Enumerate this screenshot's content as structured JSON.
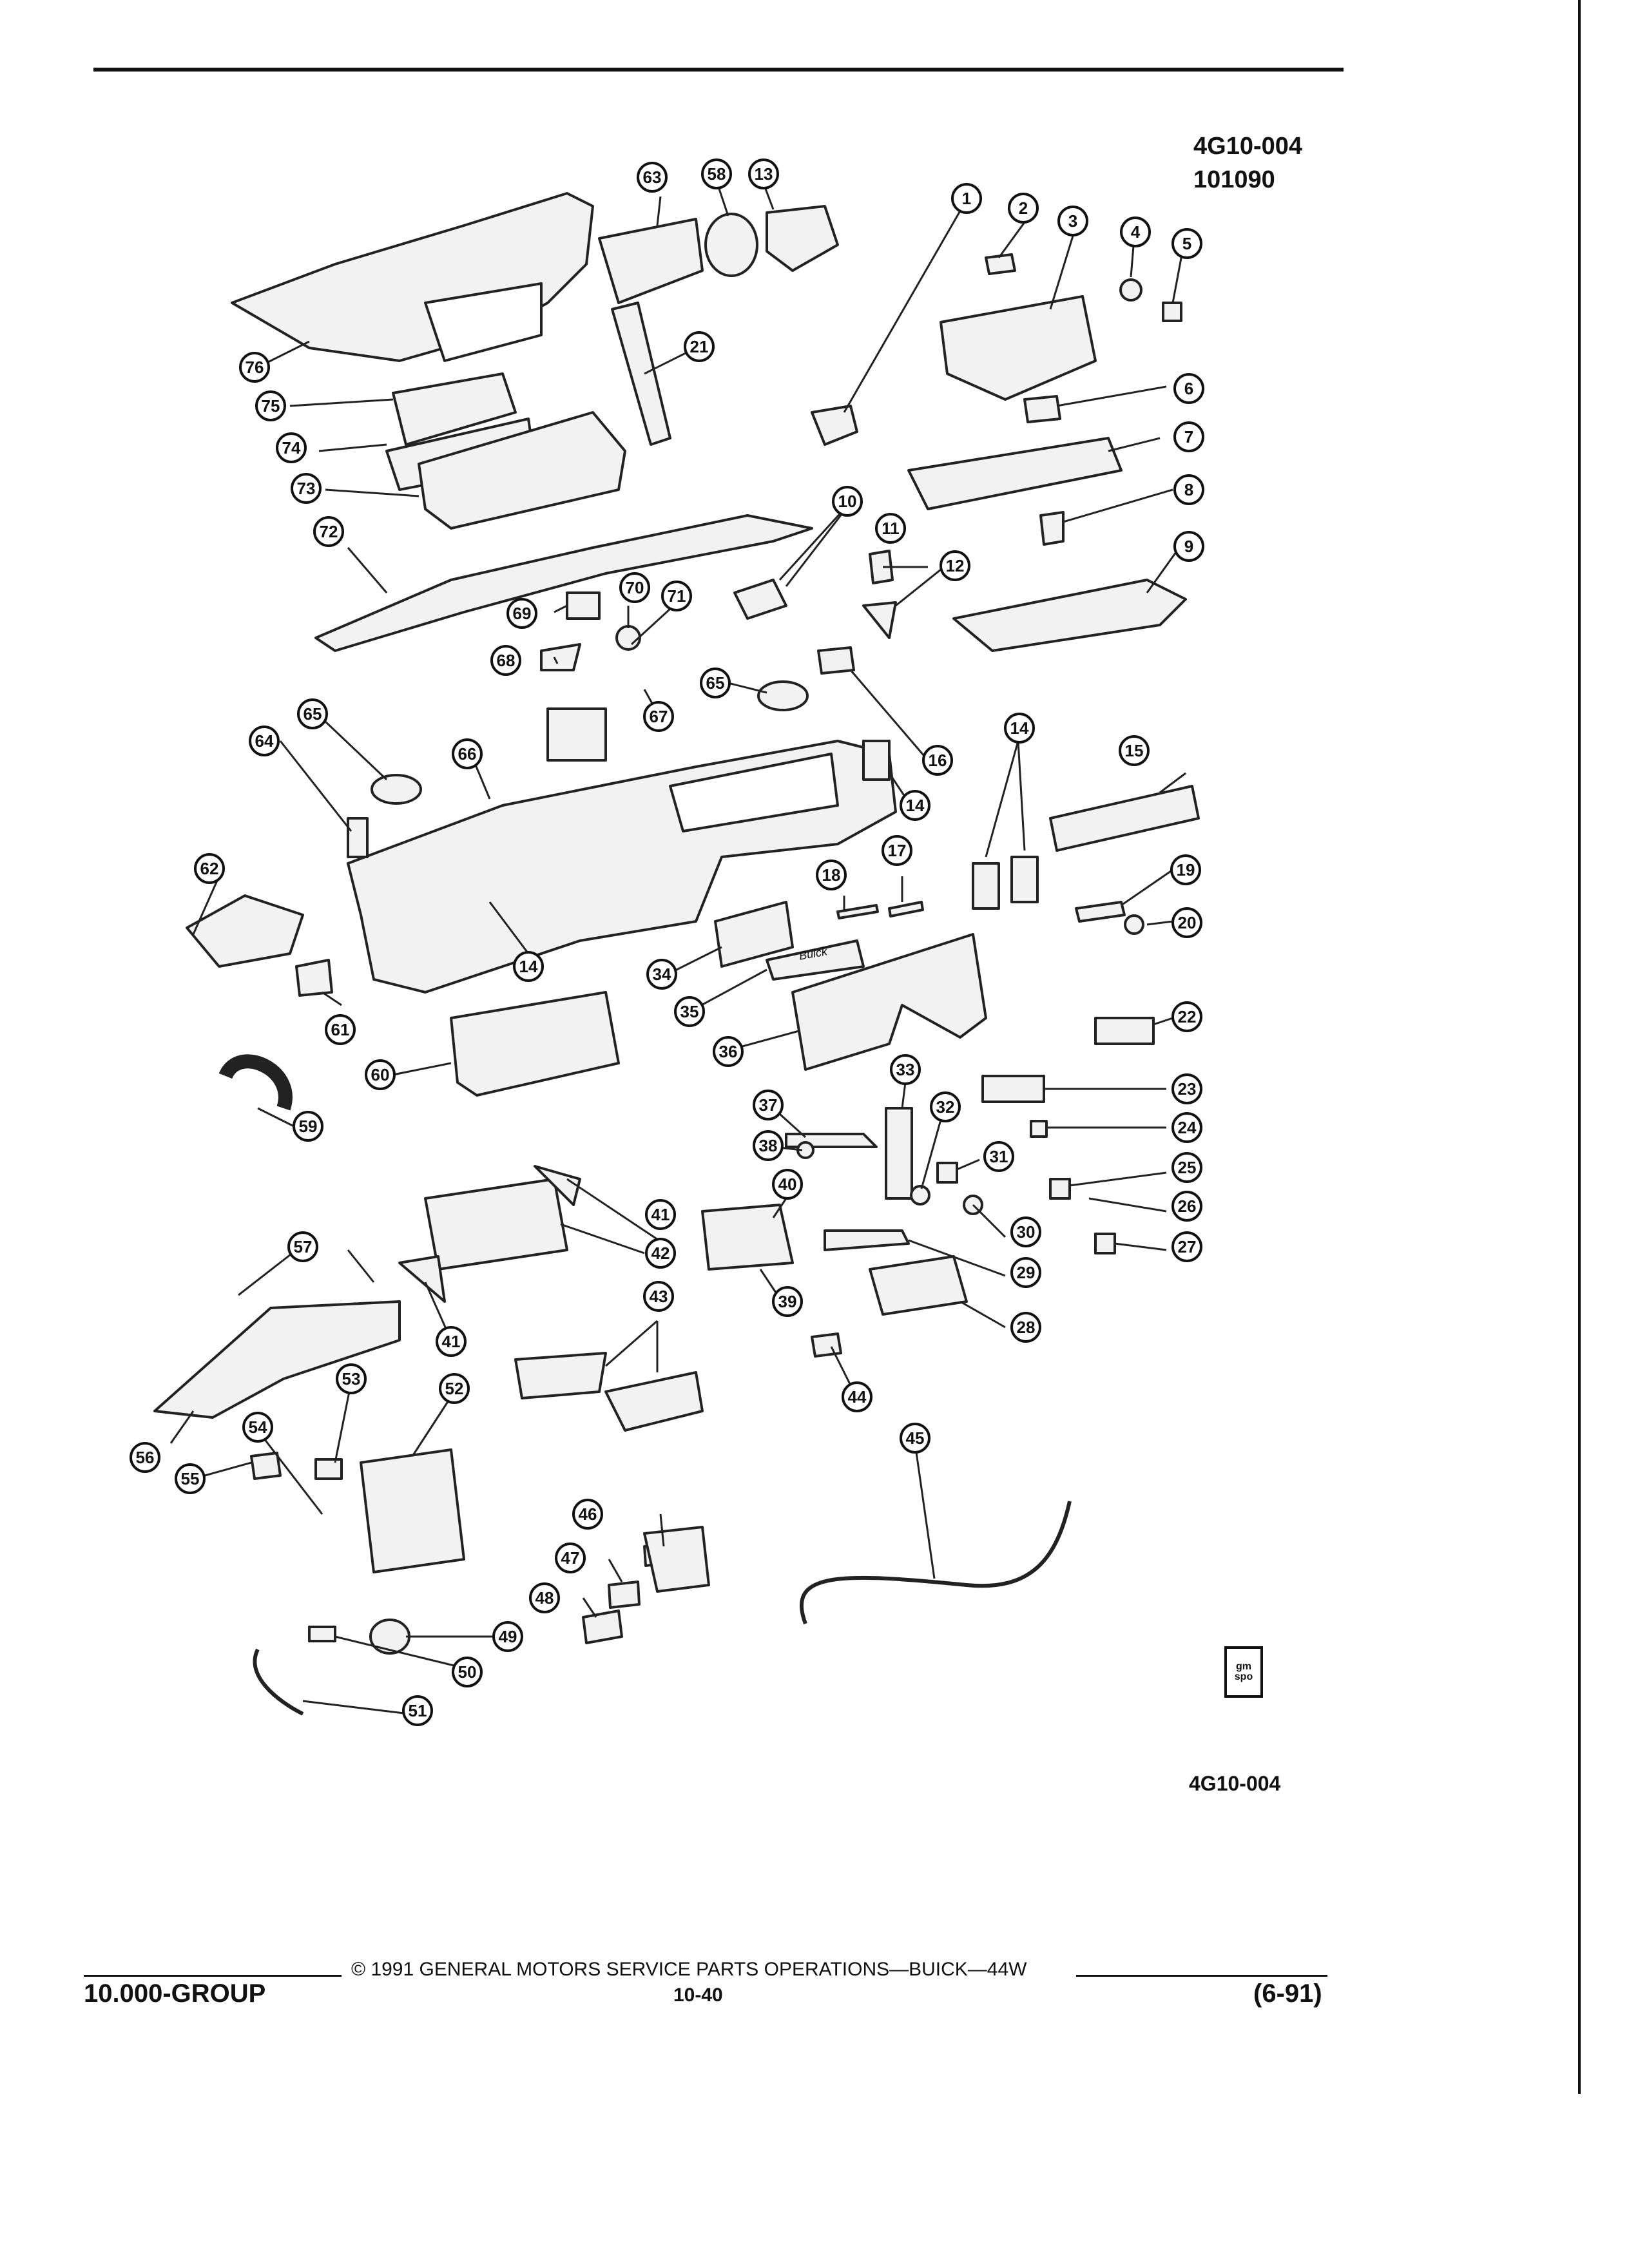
{
  "header": {
    "ref_code": "4G10-004",
    "ref_number": "101090"
  },
  "diagram": {
    "callouts": [
      "1",
      "2",
      "3",
      "4",
      "5",
      "6",
      "7",
      "8",
      "9",
      "10",
      "11",
      "12",
      "13",
      "14",
      "15",
      "16",
      "17",
      "18",
      "19",
      "20",
      "21",
      "22",
      "23",
      "24",
      "25",
      "26",
      "27",
      "28",
      "29",
      "30",
      "31",
      "32",
      "33",
      "34",
      "35",
      "36",
      "37",
      "38",
      "39",
      "40",
      "41",
      "42",
      "43",
      "44",
      "45",
      "46",
      "47",
      "48",
      "49",
      "50",
      "51",
      "52",
      "53",
      "54",
      "55",
      "56",
      "57",
      "58",
      "59",
      "60",
      "61",
      "62",
      "63",
      "64",
      "65",
      "66",
      "67",
      "68",
      "69",
      "70",
      "71",
      "72",
      "73",
      "74",
      "75",
      "76"
    ],
    "badge_text": "Buick",
    "spo_logo_text": "gm spo",
    "bottom_ref": "4G10-004"
  },
  "footer": {
    "copyright": "© 1991 GENERAL MOTORS SERVICE PARTS OPERATIONS—BUICK—44W",
    "group": "10.000-GROUP",
    "page": "10-40",
    "date": "(6-91)"
  }
}
